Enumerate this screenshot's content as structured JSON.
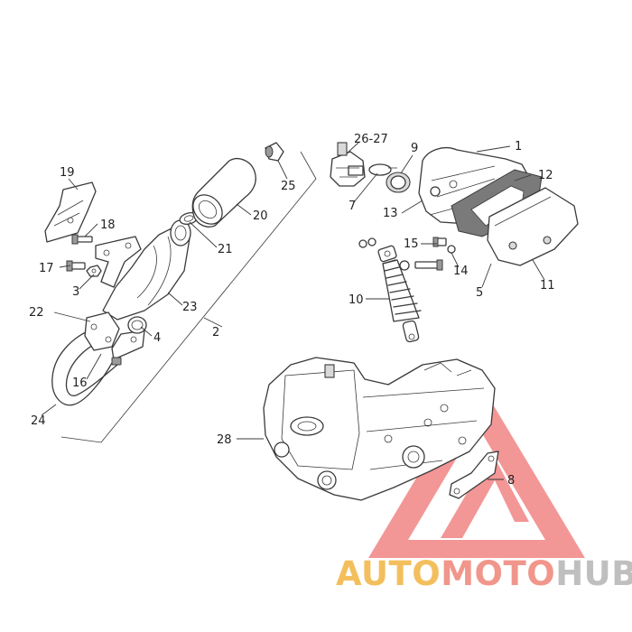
{
  "callouts": [
    {
      "id": "c1",
      "text": "1"
    },
    {
      "id": "c2",
      "text": "2"
    },
    {
      "id": "c3",
      "text": "3"
    },
    {
      "id": "c4",
      "text": "4"
    },
    {
      "id": "c5",
      "text": "5"
    },
    {
      "id": "c7",
      "text": "7"
    },
    {
      "id": "c8",
      "text": "8"
    },
    {
      "id": "c9",
      "text": "9"
    },
    {
      "id": "c10",
      "text": "10"
    },
    {
      "id": "c11",
      "text": "11"
    },
    {
      "id": "c12",
      "text": "12"
    },
    {
      "id": "c13",
      "text": "13"
    },
    {
      "id": "c14",
      "text": "14"
    },
    {
      "id": "c15",
      "text": "15"
    },
    {
      "id": "c16",
      "text": "16"
    },
    {
      "id": "c17",
      "text": "17"
    },
    {
      "id": "c18",
      "text": "18"
    },
    {
      "id": "c19",
      "text": "19"
    },
    {
      "id": "c20",
      "text": "20"
    },
    {
      "id": "c21",
      "text": "21"
    },
    {
      "id": "c22",
      "text": "22"
    },
    {
      "id": "c23",
      "text": "23"
    },
    {
      "id": "c24",
      "text": "24"
    },
    {
      "id": "c25",
      "text": "25"
    },
    {
      "id": "c2627",
      "text": "26-27"
    },
    {
      "id": "c28",
      "text": "28"
    }
  ],
  "watermark": {
    "part_auto": "AUTO",
    "part_moto": "MOTO",
    "part_hub": "HUB",
    "colors": {
      "auto": "#f2b84b",
      "moto": "#f08b7e",
      "hub": "#b8b8b8",
      "triangle": "#ef6f6f"
    }
  }
}
